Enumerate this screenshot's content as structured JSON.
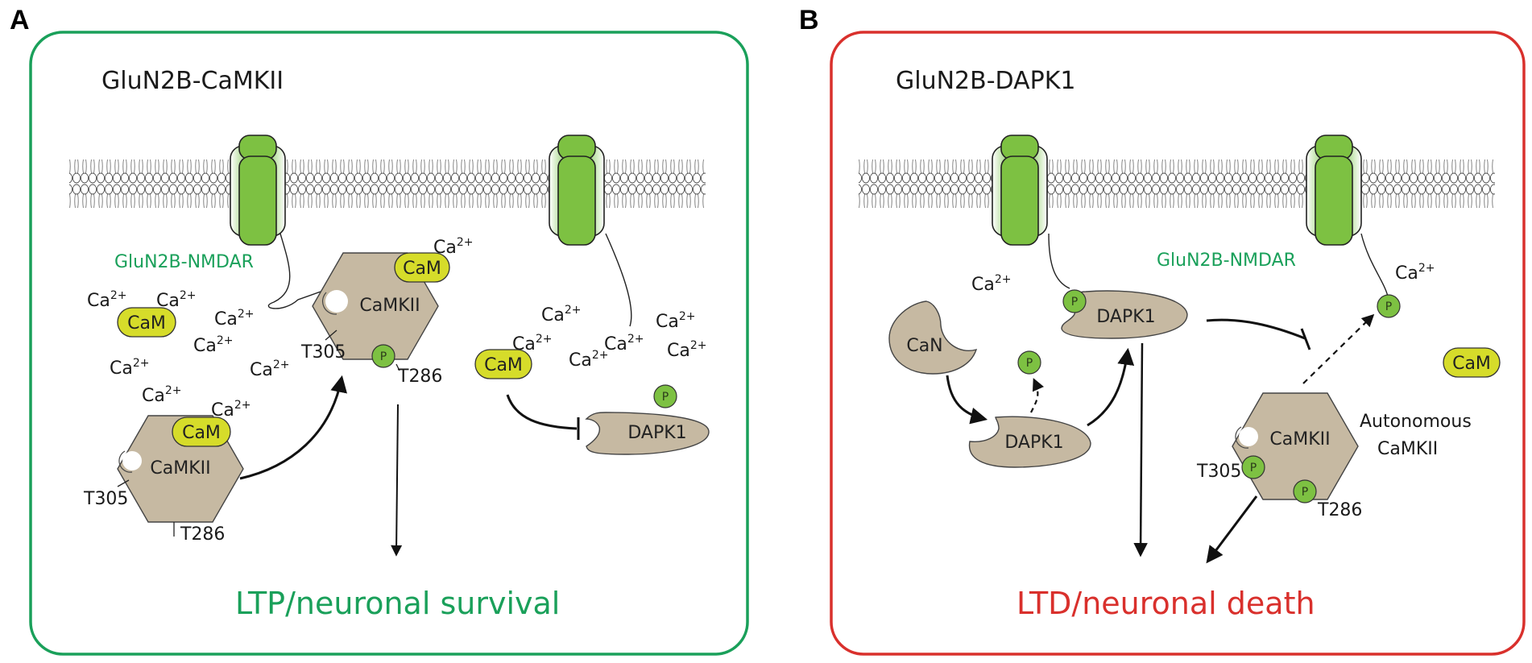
{
  "panels": [
    {
      "letter": "A",
      "title": "GluN2B-CaMKII",
      "nmdar_label": "GluN2B-NMDAR",
      "outcome": "LTP/neuronal survival",
      "border_color": "#1aa05a",
      "outcome_color": "#1aa05a"
    },
    {
      "letter": "B",
      "title": "GluN2B-DAPK1",
      "nmdar_label": "GluN2B-NMDAR",
      "outcome": "LTD/neuronal death",
      "border_color": "#d9302c",
      "outcome_color": "#d9302c"
    }
  ],
  "labels": {
    "calcium_base": "Ca",
    "calcium_charge": "2+",
    "calmodulin": "CaM",
    "camkii": "CaMKII",
    "dapk1": "DAPK1",
    "calcineurin": "CaN",
    "phospho": "P",
    "site_t305": "T305",
    "site_t286": "T286",
    "autonomous_line1": "Autonomous",
    "autonomous_line2": "CaMKII"
  },
  "colors": {
    "receptor_green": "#7dc142",
    "receptor_dark": "#1e9a4a",
    "protein_tan": "#c6b9a2",
    "calmodulin_yellow": "#d6dc2a",
    "phospho_green": "#7dc142"
  }
}
